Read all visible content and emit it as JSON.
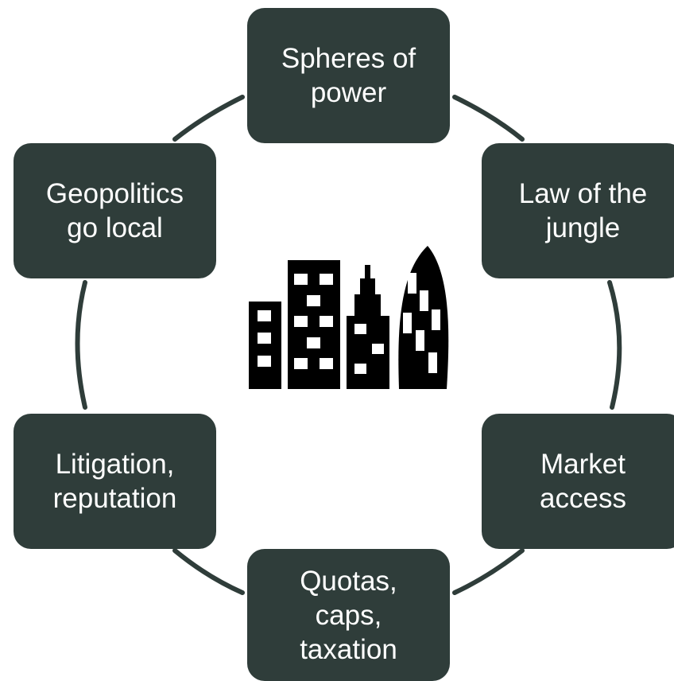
{
  "diagram": {
    "type": "cycle",
    "center_icon": "city-buildings-icon",
    "colors": {
      "node_fill": "#2f3d3a",
      "node_text": "#ffffff",
      "connector": "#2f3d3a",
      "icon": "#000000"
    },
    "nodes": [
      {
        "id": "top",
        "label": "Spheres of\npower"
      },
      {
        "id": "upper-right",
        "label": "Law of the\njungle"
      },
      {
        "id": "lower-right",
        "label": "Market\naccess"
      },
      {
        "id": "bottom",
        "label": "Quotas,\ncaps,\ntaxation"
      },
      {
        "id": "lower-left",
        "label": "Litigation,\nreputation"
      },
      {
        "id": "upper-left",
        "label": "Geopolitics\ngo local"
      }
    ]
  }
}
